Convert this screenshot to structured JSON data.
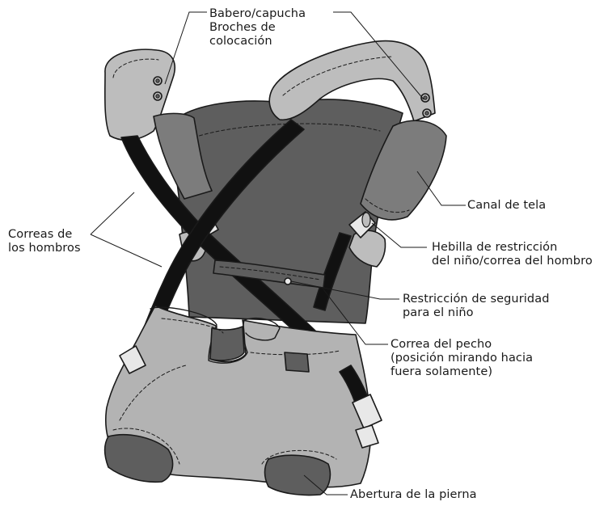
{
  "colors": {
    "outline": "#1a1a1a",
    "body_dark": "#5e5e5e",
    "body_mid": "#7c7c7c",
    "fabric_light": "#b3b3b3",
    "pad_light": "#bdbdbd",
    "strap_black": "#111111",
    "background": "#ffffff"
  },
  "labels": {
    "babero": "Babero/capucha",
    "broches": "Broches de\ncolocación",
    "canal": "Canal de tela",
    "correas": "Correas de\nlos hombros",
    "hebilla": "Hebilla de restricción\ndel niño/correa del hombro",
    "restriccion": "Restricción de seguridad\npara el niño",
    "pecho": "Correa del pecho\n(posición mirando hacia\nfuera solamente)",
    "abertura": "Abertura de la pierna"
  }
}
